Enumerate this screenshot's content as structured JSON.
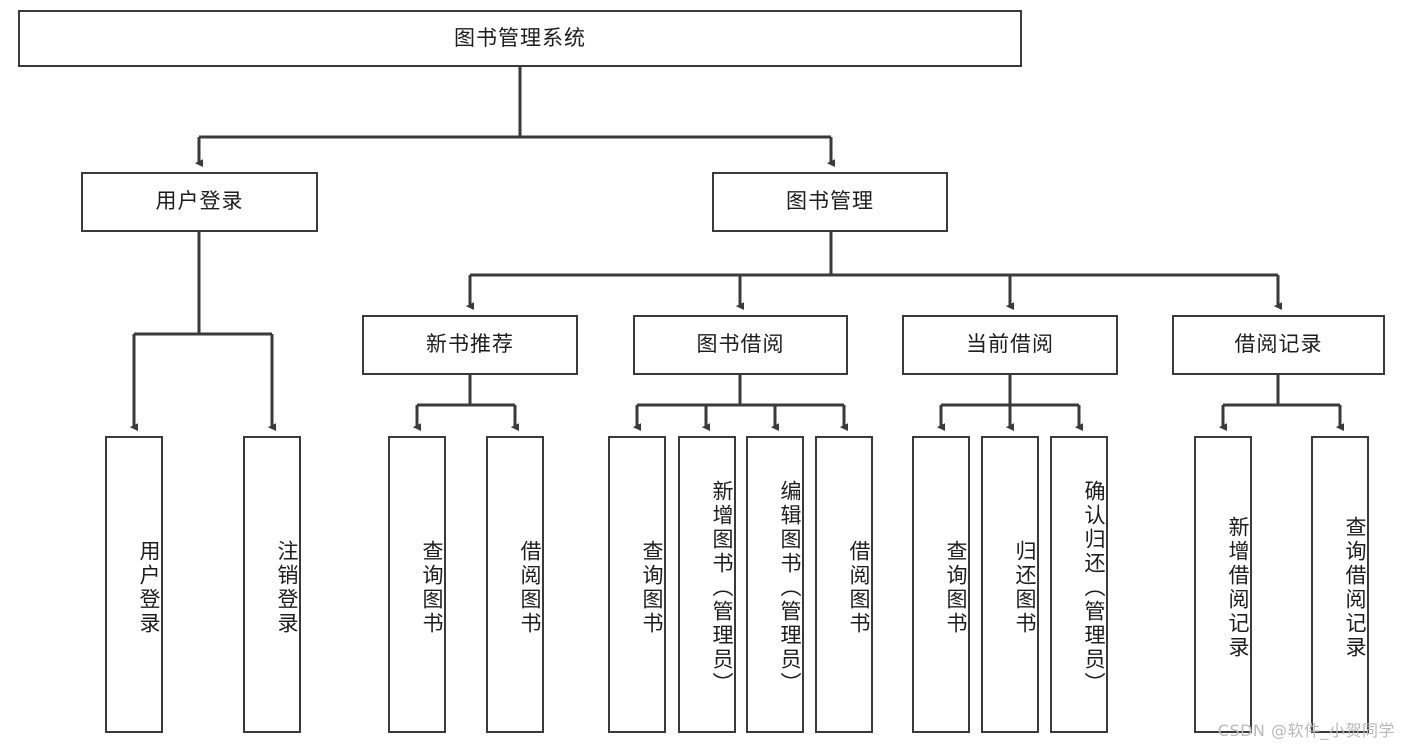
{
  "diagram": {
    "title": "图书管理系统",
    "type": "functional-structure-tree",
    "line_color": "#3a3a3a",
    "box_fill": "#ffffff",
    "text_color": "#1d1d1d",
    "watermark": "CSDN @软件_小贺同学",
    "levels": {
      "root": {
        "label": "图书管理系统"
      },
      "level2": [
        {
          "label": "用户登录"
        },
        {
          "label": "图书管理"
        }
      ],
      "level3": [
        {
          "label": "新书推荐"
        },
        {
          "label": "图书借阅"
        },
        {
          "label": "当前借阅"
        },
        {
          "label": "借阅记录"
        }
      ],
      "leaves": {
        "user_login": [
          {
            "label": "用户登录"
          },
          {
            "label": "注销登录"
          }
        ],
        "new_book_recommend": [
          {
            "label": "查询图书"
          },
          {
            "label": "借阅图书"
          }
        ],
        "book_borrow": [
          {
            "label": "查询图书"
          },
          {
            "label": "新增图书（管理员）"
          },
          {
            "label": "编辑图书（管理员）"
          },
          {
            "label": "借阅图书"
          }
        ],
        "current_borrow": [
          {
            "label": "查询图书"
          },
          {
            "label": "归还图书"
          },
          {
            "label": "确认归还（管理员）"
          }
        ],
        "borrow_record": [
          {
            "label": "新增借阅记录"
          },
          {
            "label": "查询借阅记录"
          }
        ]
      }
    }
  }
}
